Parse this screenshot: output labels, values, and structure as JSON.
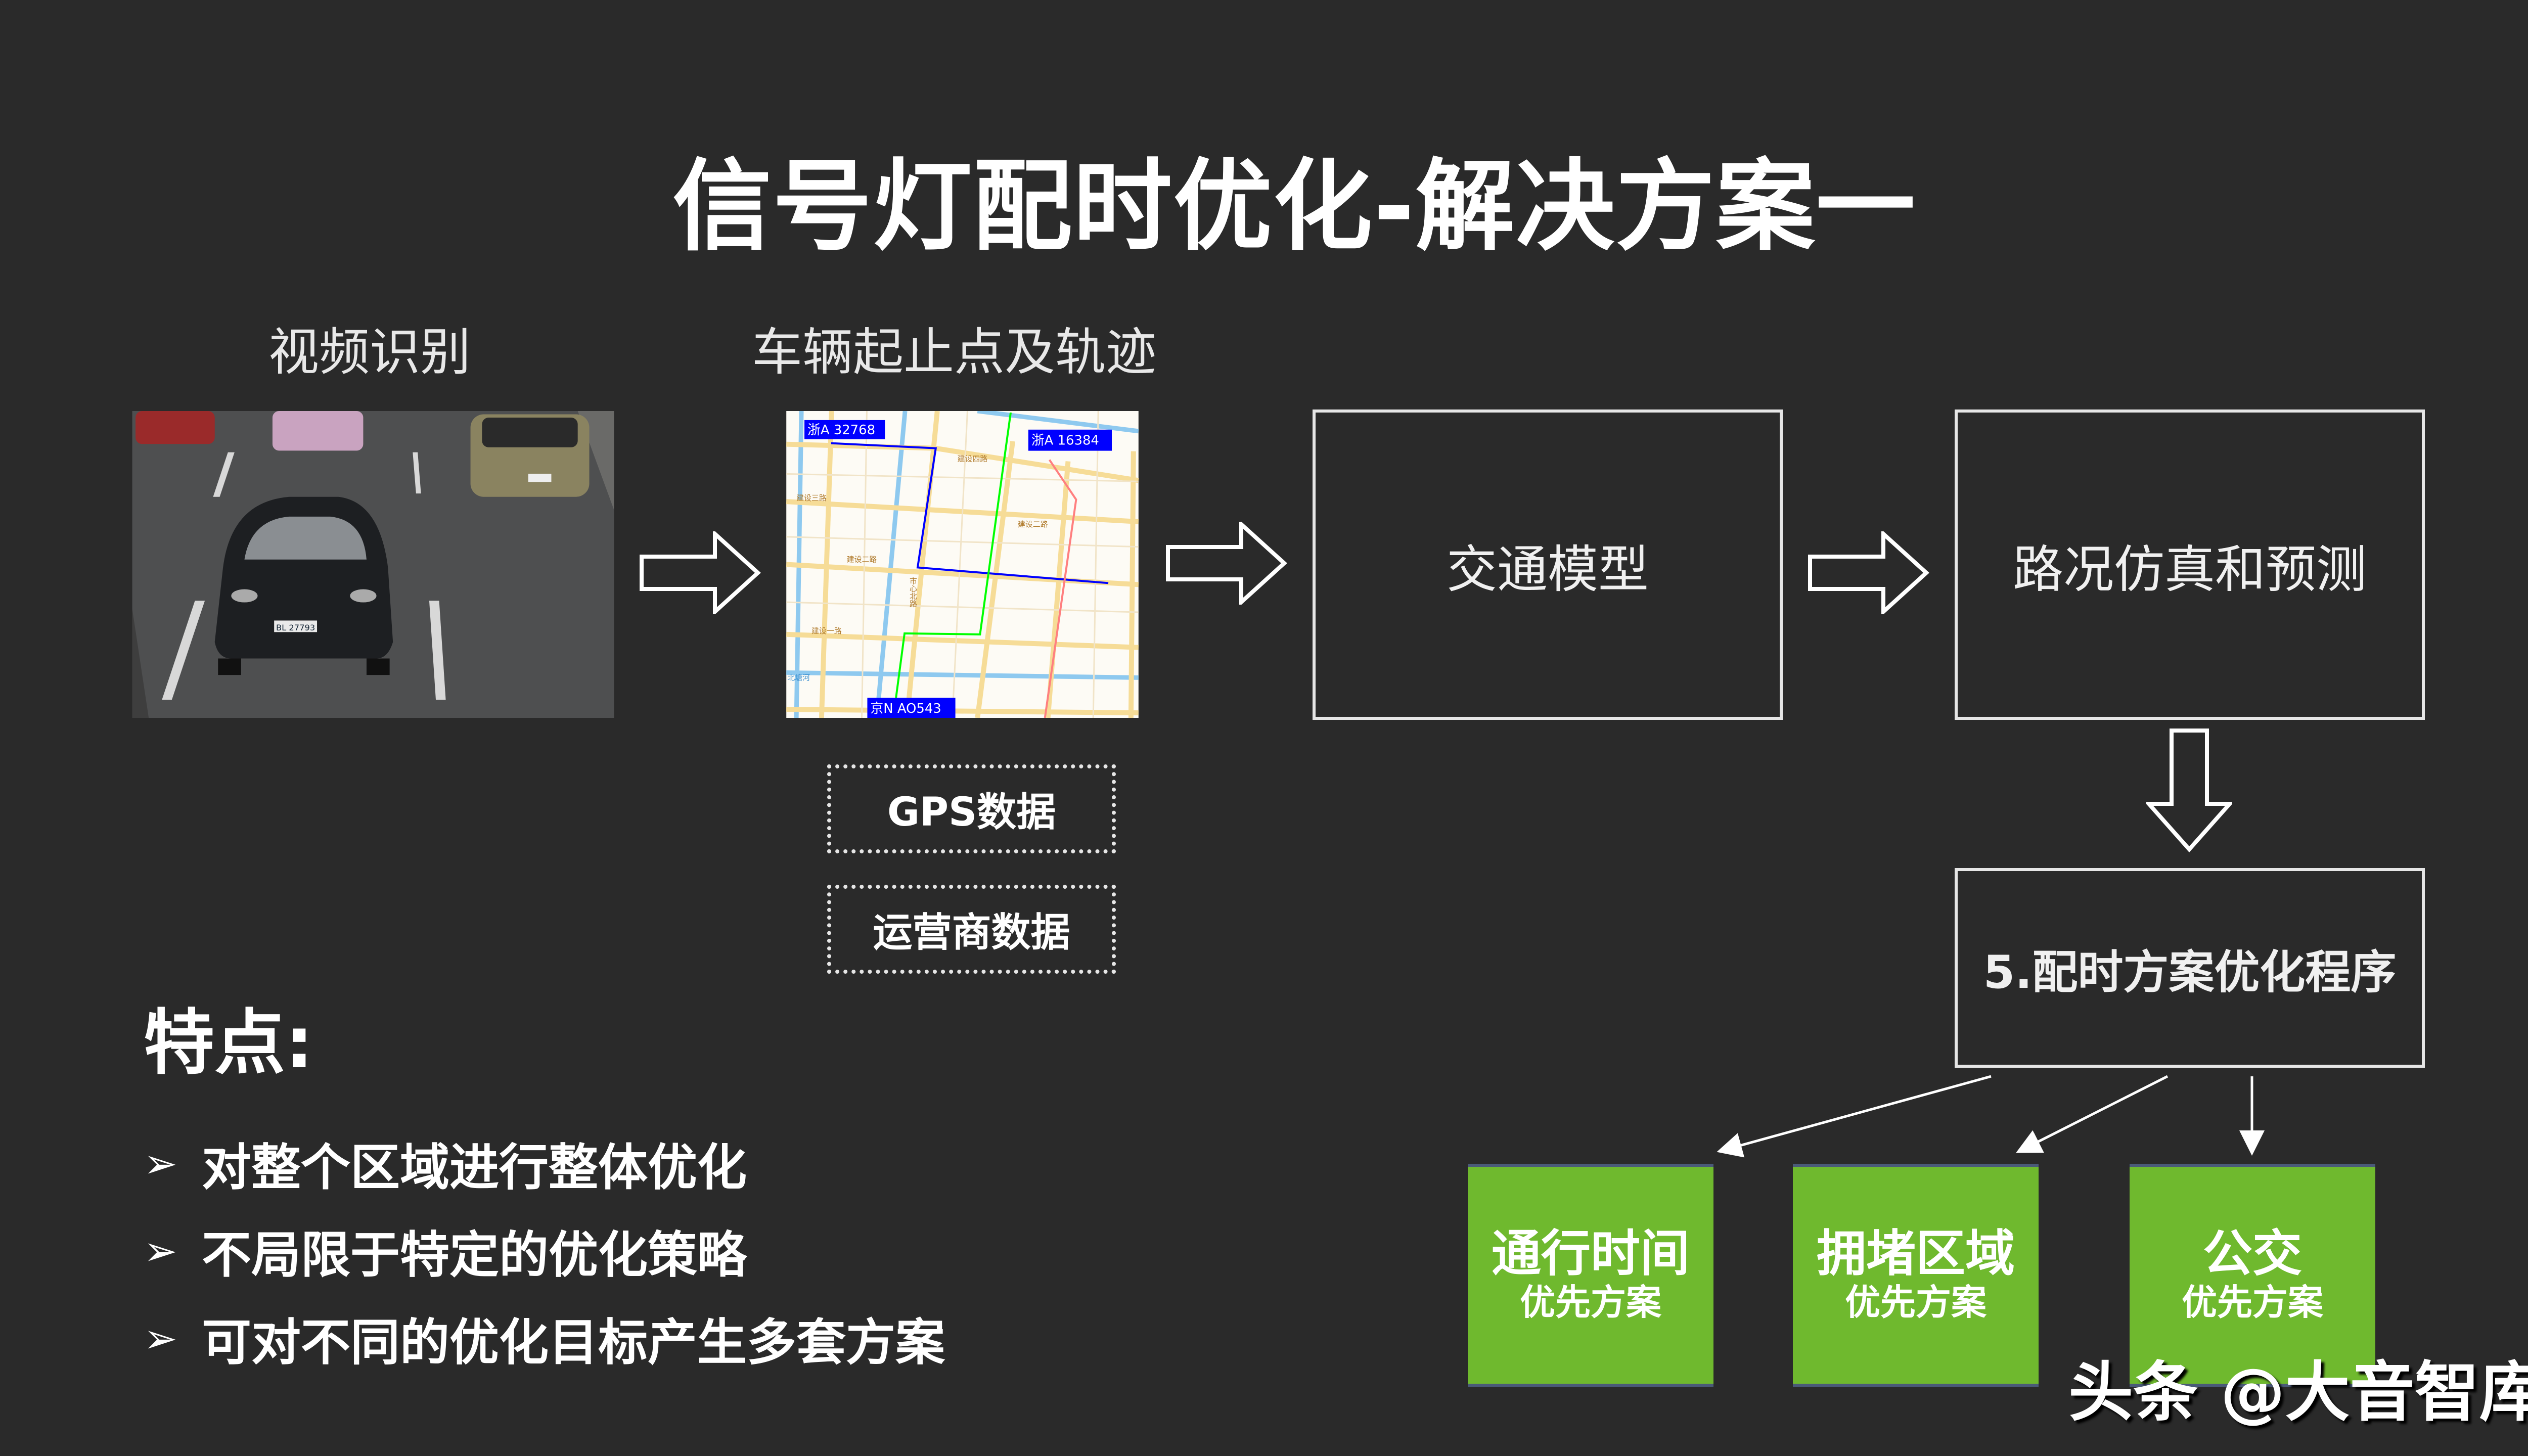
{
  "title": "信号灯配时优化-解决方案一",
  "steps": {
    "video_label": "视频识别",
    "od_label": "车辆起止点及轨迹",
    "traffic_model": "交通模型",
    "simulation": "路况仿真和预测",
    "optimizer": "5.配时方案优化程序"
  },
  "data_sources": [
    "GPS数据",
    "运营商数据"
  ],
  "map": {
    "plates": [
      "浙A 32768",
      "浙A 16384",
      "京N AO543"
    ],
    "streets": [
      "建设四路",
      "建设三路",
      "建设二路",
      "建设一路",
      "市心北路",
      "北塘河"
    ],
    "path_colors": {
      "blue": "#0000ff",
      "green": "#00ff00",
      "red": "#ff7f7f"
    }
  },
  "photo": {
    "plate": "BL 27793"
  },
  "features": {
    "heading": "特点:",
    "bullet_glyph": "➢",
    "items": [
      "对整个区域进行整体优化",
      "不局限于特定的优化策略",
      "可对不同的优化目标产生多套方案"
    ]
  },
  "plans": [
    {
      "main": "通行时间",
      "sub": "优先方案"
    },
    {
      "main": "拥堵区域",
      "sub": "优先方案"
    },
    {
      "main": "公交",
      "sub": "优先方案"
    }
  ],
  "watermark": "头条 @大音智库",
  "colors": {
    "background": "#2a2a2a",
    "plan_green": "#6fb92e",
    "border": "#e6e6e6"
  }
}
